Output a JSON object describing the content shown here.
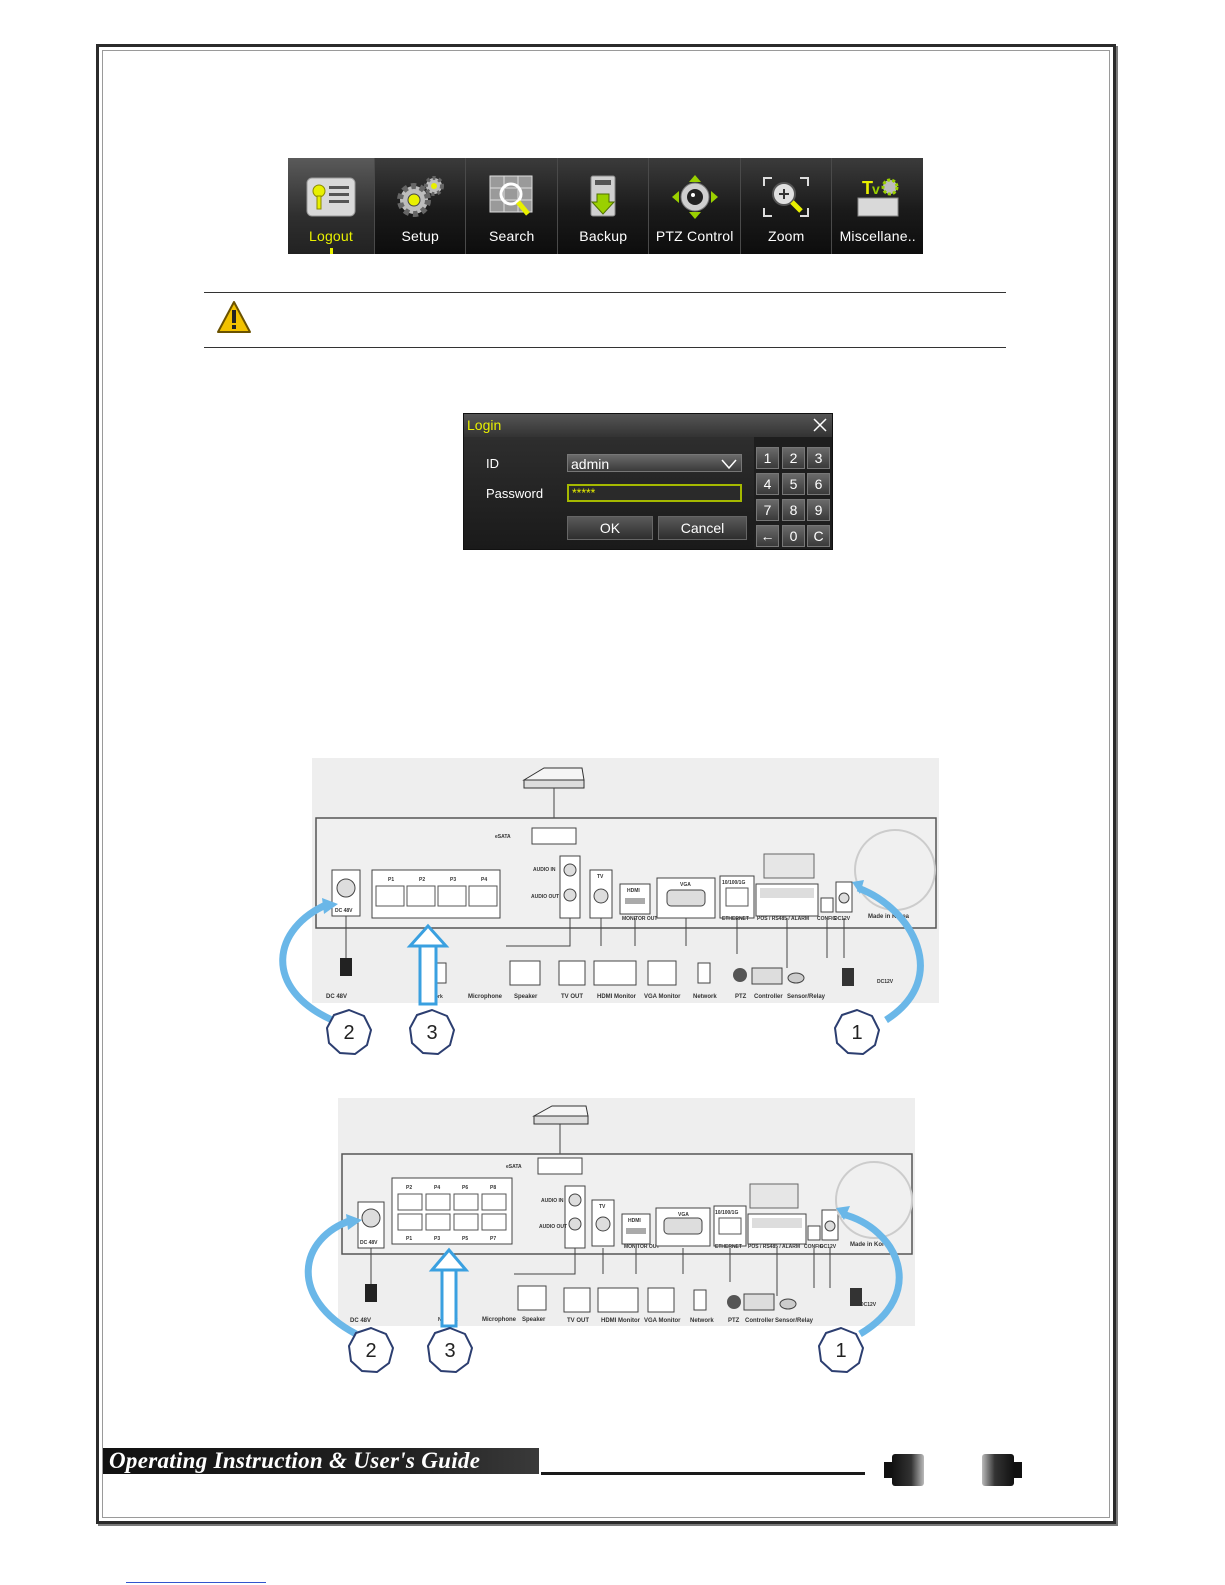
{
  "menu": {
    "items": [
      {
        "label": "Logout",
        "icon": "key-list-icon",
        "active": true
      },
      {
        "label": "Setup",
        "icon": "gears-icon",
        "active": false
      },
      {
        "label": "Search",
        "icon": "grid-magnifier-icon",
        "active": false
      },
      {
        "label": "Backup",
        "icon": "download-drive-icon",
        "active": false
      },
      {
        "label": "PTZ Control",
        "icon": "ptz-camera-icon",
        "active": false
      },
      {
        "label": "Zoom",
        "icon": "zoom-in-icon",
        "active": false
      },
      {
        "label": "Miscellane..",
        "icon": "misc-tools-icon",
        "active": false
      }
    ],
    "active_color": "#e8f000"
  },
  "warning": {
    "icon": "warning-triangle-icon",
    "color": "#f2c200"
  },
  "login": {
    "title": "Login",
    "id_label": "ID",
    "id_value": "admin",
    "password_label": "Password",
    "password_value": "*****",
    "ok_label": "OK",
    "cancel_label": "Cancel",
    "keys": [
      "1",
      "2",
      "3",
      "4",
      "5",
      "6",
      "7",
      "8",
      "9",
      "←",
      "0",
      "C"
    ]
  },
  "diagram_1": {
    "labels": {
      "esata": "eSATA",
      "dc48v": "DC 48V",
      "p1": "P1",
      "p2": "P2",
      "p3": "P3",
      "p4": "P4",
      "audio_in": "AUDIO IN",
      "audio_out": "AUDIO OUT",
      "tv": "TV",
      "hdmi": "HDMI",
      "monitor_out": "MONITOR OUT",
      "vga": "VGA",
      "speed": "10/100/1G",
      "ethernet": "ETHERNET",
      "pos": "POS / RS485 / ALARM",
      "config": "CONFIG",
      "dc12v": "DC12V",
      "made": "Made in Korea",
      "dc48v_plug": "DC 48V",
      "network_a": "Network",
      "microphone": "Microphone",
      "speaker": "Speaker",
      "tv_out": "TV OUT",
      "hdmi_monitor": "HDMI Monitor",
      "vga_monitor": "VGA Monitor",
      "network_b": "Network",
      "ptz": "PTZ",
      "controller": "Controller",
      "sensor_relay": "Sensor/Relay",
      "dc12v_plug": "DC12V"
    },
    "callouts": [
      "2",
      "3",
      "1"
    ]
  },
  "diagram_2": {
    "labels": {
      "esata": "eSATA",
      "dc48v": "DC 48V",
      "p2": "P2",
      "p4": "P4",
      "p6": "P6",
      "p8": "P8",
      "p1": "P1",
      "p3": "P3",
      "p5": "P5",
      "p7": "P7",
      "audio_in": "AUDIO IN",
      "audio_out": "AUDIO OUT",
      "tv": "TV",
      "hdmi": "HDMI",
      "monitor_out": "MONITOR OUT",
      "vga": "VGA",
      "speed": "10/100/1G",
      "ethernet": "ETHERNET",
      "pos": "POS / RS485 / ALARM",
      "config": "CONFIG",
      "dc12v": "DC12V",
      "made": "Made in Korea",
      "dc48v_plug": "DC 48V",
      "network_a": "Network",
      "microphone": "Microphone",
      "speaker": "Speaker",
      "tv_out": "TV OUT",
      "hdmi_monitor": "HDMI Monitor",
      "vga_monitor": "VGA Monitor",
      "network_b": "Network",
      "ptz": "PTZ",
      "controller": "Controller",
      "sensor_relay": "Sensor/Relay",
      "dc12v_plug": "DC12V"
    },
    "callouts": [
      "2",
      "3",
      "1"
    ]
  },
  "footer": {
    "title": "Operating Instruction & User's Guide",
    "decor_icons": [
      "camera-body-left-icon",
      "camera-body-right-icon"
    ]
  }
}
